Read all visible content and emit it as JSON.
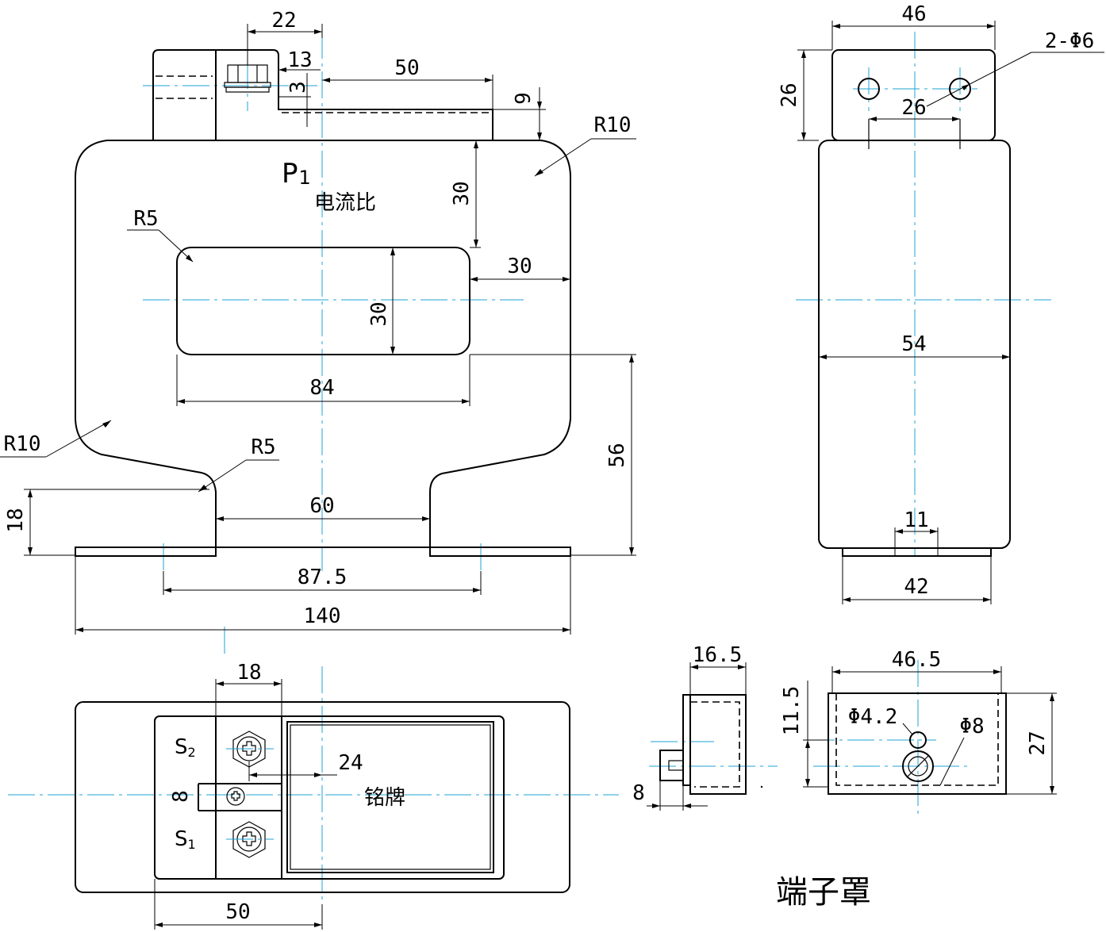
{
  "front_view": {
    "dims": {
      "top_22": "22",
      "top_13": "13",
      "top_50": "50",
      "side_3": "3",
      "side_9": "9",
      "r10_top": "R10",
      "win_30_v": "30",
      "r5_top": "R5",
      "win_30_h": "30",
      "win_30_inner": "30",
      "win_84": "84",
      "r10_bottom": "R10",
      "r5_bottom": "R5",
      "h_56": "56",
      "h_18": "18",
      "gap_60": "60",
      "span_87_5": "87.5",
      "width_140": "140"
    },
    "label_p": "P",
    "label_p_sub": "1",
    "label_ratio": "电流比"
  },
  "side_view": {
    "dims": {
      "w_46": "46",
      "holes": "2-Φ6",
      "h_26": "26",
      "hole_26": "26",
      "d_54": "54",
      "w_11": "11",
      "w_42": "42"
    }
  },
  "top_view": {
    "dims": {
      "w_18": "18",
      "d_24": "24",
      "d_8": "8",
      "w_50": "50"
    },
    "label_s2": "S",
    "label_s2_sub": "2",
    "label_s1": "S",
    "label_s1_sub": "1",
    "nameplate": "铭牌"
  },
  "cover_side": {
    "dims": {
      "w_16_5": "16.5",
      "d_8": "8"
    }
  },
  "cover_front": {
    "dims": {
      "w_46_5": "46.5",
      "h_11_5": "11.5",
      "h_27": "27",
      "phi_4_2": "Φ4.2",
      "phi_8": "Φ8"
    }
  },
  "cover_title": "端子罩",
  "colors": {
    "outline": "#000000",
    "center_line": "#1fa3d6"
  }
}
